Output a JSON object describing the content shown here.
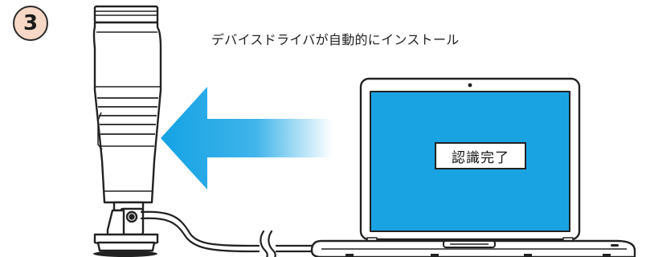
{
  "step": {
    "number": "3"
  },
  "caption": "デバイスドライバが自動的にインストール",
  "screen": {
    "status_text": "認識完了"
  },
  "colors": {
    "badge_fill": "#f7d8c6",
    "screen_blue": "#1aa3e3",
    "arrow_blue": "#14a2e4",
    "outline": "#222222"
  },
  "icons": {
    "device": "usb-device-icon",
    "arrow": "arrow-left-icon",
    "laptop": "laptop-icon",
    "cable": "usb-cable-icon"
  }
}
